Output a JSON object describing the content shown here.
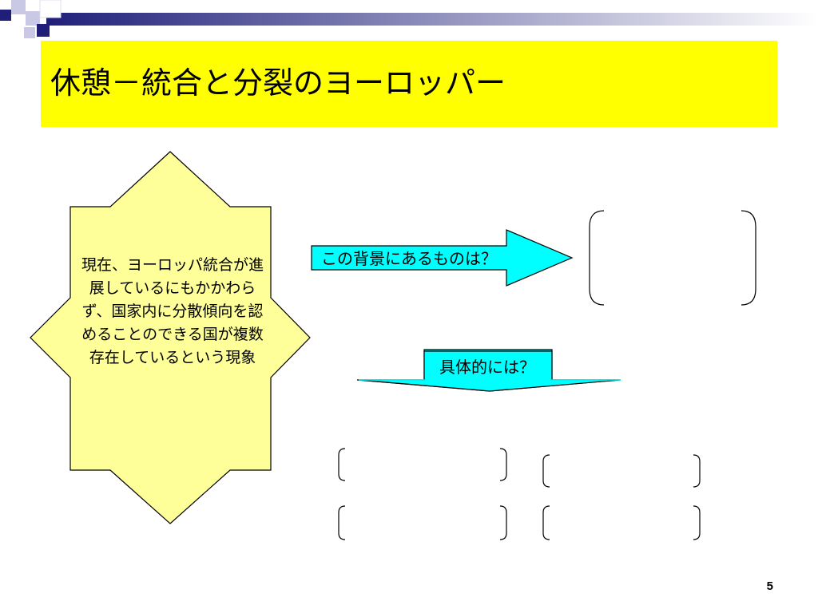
{
  "slide": {
    "title": "休憩－統合と分裂のヨーロッパー",
    "star_text": "現在、ヨーロッパ統合が進展しているにもかかわらず、国家内に分散傾向を認めることのできる国が複数存在しているという現象",
    "arrow_right_label": "この背景にあるものは？",
    "arrow_down_label": "具体的には？",
    "page_number": "5"
  },
  "colors": {
    "title_background": "#ffff00",
    "star_fill": "#ffff99",
    "arrow_fill": "#00ffff",
    "deco_navy": "#1f1f7a"
  }
}
